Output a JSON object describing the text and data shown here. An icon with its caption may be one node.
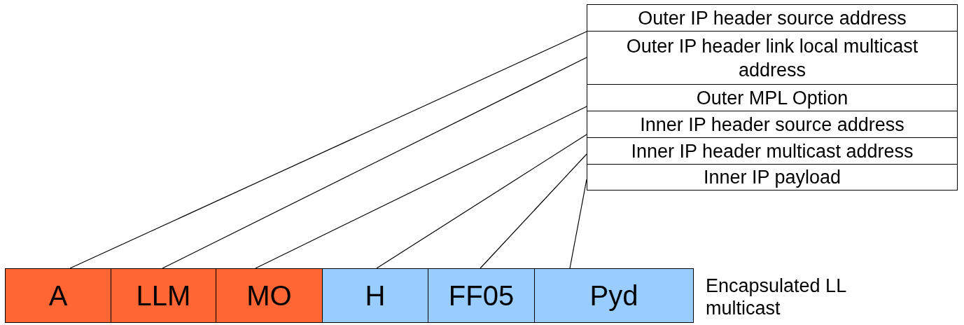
{
  "diagram": {
    "nodes": [
      {
        "text": [
          "Outer IP header source address"
        ]
      },
      {
        "text": [
          "Outer IP header link local multicast address"
        ]
      },
      {
        "text": [
          "Outer MPL Option"
        ]
      },
      {
        "text": [
          "Inner IP header source address"
        ]
      },
      {
        "text": [
          "Inner IP header multicast address"
        ]
      },
      {
        "text": [
          "Inner IP payload"
        ]
      },
      {
        "text": [
          "A"
        ]
      },
      {
        "text": [
          "LLM"
        ]
      },
      {
        "text": [
          "MO"
        ]
      },
      {
        "text": [
          "H"
        ]
      },
      {
        "text": [
          "FF05"
        ]
      },
      {
        "text": [
          "Pyd"
        ]
      }
    ],
    "edges": [
      {
        "from": 0,
        "to": 6,
        "arrow": "none"
      },
      {
        "from": 1,
        "to": 7,
        "arrow": "none"
      },
      {
        "from": 2,
        "to": 8,
        "arrow": "none"
      },
      {
        "from": 3,
        "to": 9,
        "arrow": "none"
      },
      {
        "from": 4,
        "to": 10,
        "arrow": "none"
      },
      {
        "from": 5,
        "to": 11,
        "arrow": "none"
      }
    ],
    "labels": [
      "Encapsulated LL multicast"
    ]
  }
}
